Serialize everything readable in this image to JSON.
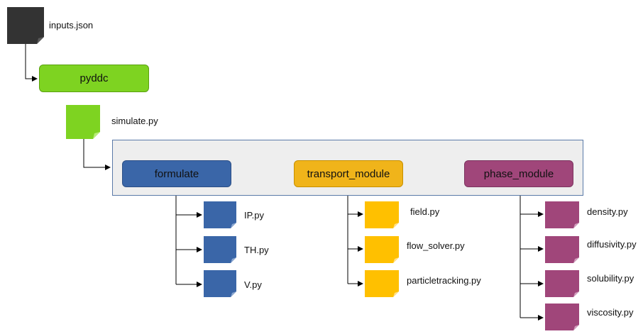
{
  "nodes": {
    "inputs": {
      "label": "inputs.json",
      "color": "#333333"
    },
    "pyddc": {
      "label": "pyddc",
      "color": "#7ed321"
    },
    "simulate": {
      "label": "simulate.py",
      "color": "#7ed321"
    },
    "formulate": {
      "label": "formulate",
      "color": "#3a66a8"
    },
    "transport_module": {
      "label": "transport_module",
      "color": "#f0b41a"
    },
    "phase_module": {
      "label": "phase_module",
      "color": "#a0467a"
    }
  },
  "formulate_files": [
    "IP.py",
    "TH.py",
    "V.py"
  ],
  "transport_files": [
    "field.py",
    "flow_solver.py",
    "particletracking.py"
  ],
  "phase_files": [
    "density.py",
    "diffusivity.py",
    "solubility.py",
    "viscosity.py"
  ],
  "colors": {
    "black_file": "#333333",
    "green": "#7ed321",
    "blue": "#3a66a8",
    "yellow": "#ffc000",
    "purple": "#a0467a",
    "container_bg": "#eeeeee"
  }
}
